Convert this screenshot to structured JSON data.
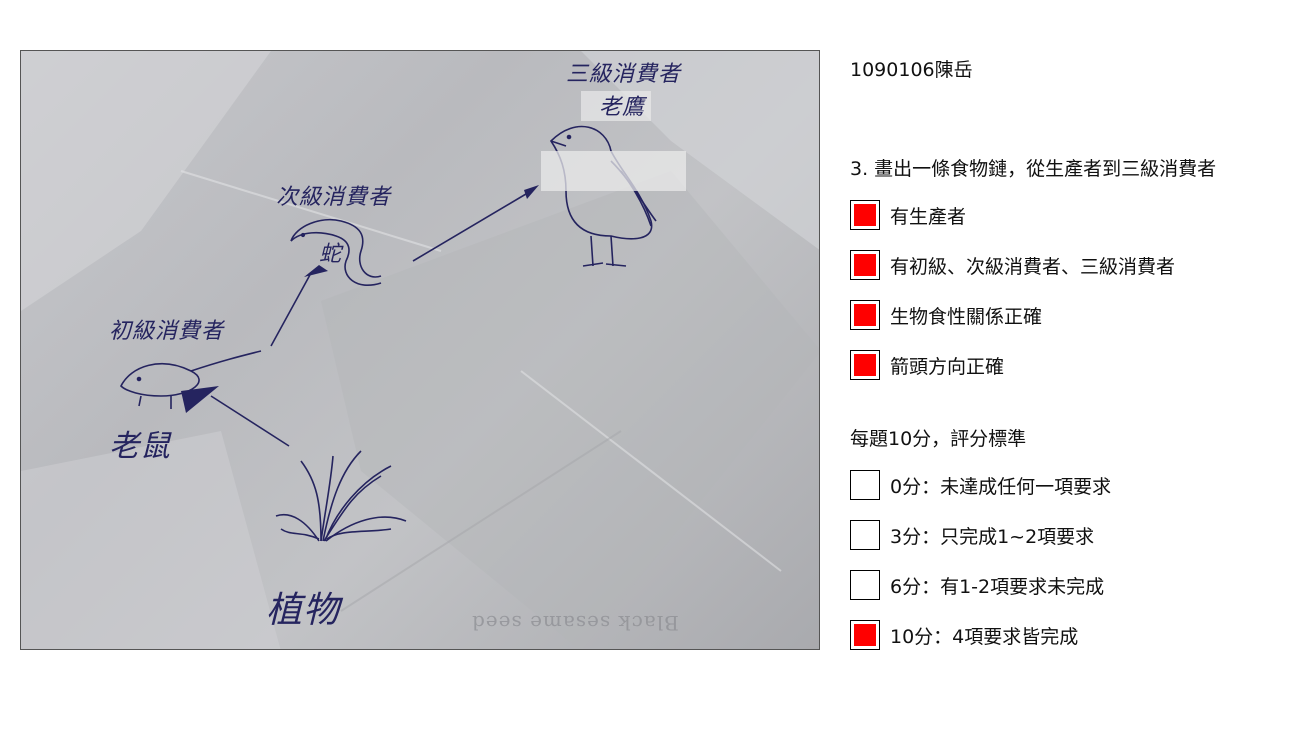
{
  "photo": {
    "labels": {
      "tertiary": "三級消費者",
      "eagle": "老鷹",
      "secondary": "次級消費者",
      "snake": "蛇",
      "primary": "初級消費者",
      "mouse": "老鼠",
      "plant": "植物",
      "watermark": "Black sesame seed"
    }
  },
  "student": "1090106陳岳",
  "question": "3. 畫出一條食物鏈，從生產者到三級消費者",
  "criteria": [
    {
      "label": "有生產者",
      "checked": true
    },
    {
      "label": "有初級、次級消費者、三級消費者",
      "checked": true
    },
    {
      "label": "生物食性關係正確",
      "checked": true
    },
    {
      "label": "箭頭方向正確",
      "checked": true
    }
  ],
  "scoring_title": "每題10分，評分標準",
  "scores": [
    {
      "label": "0分：未達成任何一項要求",
      "checked": false
    },
    {
      "label": "3分：只完成1~2項要求",
      "checked": false
    },
    {
      "label": "6分：有1-2項要求未完成",
      "checked": false
    },
    {
      "label": "10分：4項要求皆完成",
      "checked": true
    }
  ],
  "colors": {
    "checked_fill": "#ff0000",
    "ink": "#25245f",
    "paper": "#c2c3c6"
  }
}
